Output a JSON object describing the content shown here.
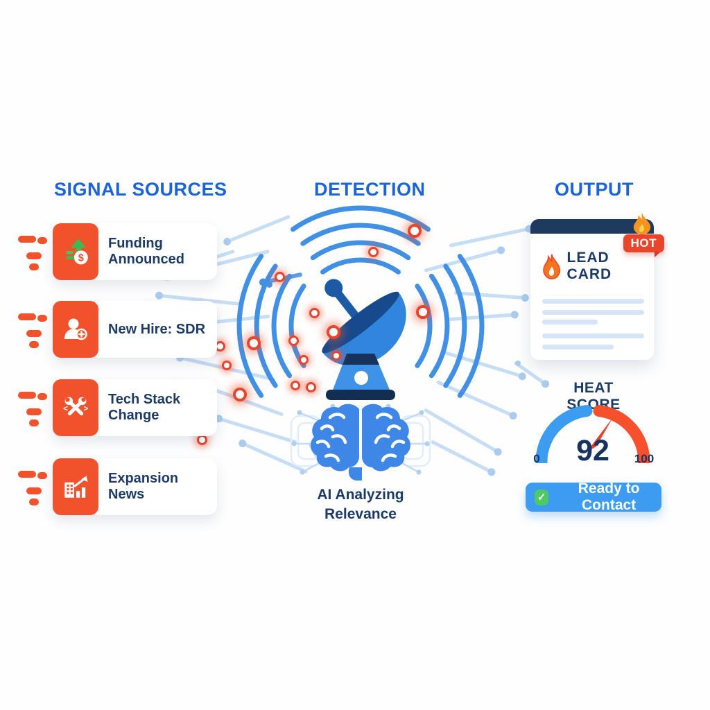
{
  "headers": {
    "sources": "SIGNAL SOURCES",
    "detection": "DETECTION",
    "output": "OUTPUT"
  },
  "sources": [
    {
      "label": "Funding Announced",
      "icon": "funding-growth-icon",
      "symbol": "$"
    },
    {
      "label": "New Hire: SDR",
      "icon": "new-hire-icon"
    },
    {
      "label": "Tech Stack Change",
      "icon": "tech-stack-icon",
      "chevron_left": "<",
      "chevron_right": ">"
    },
    {
      "label": "Expansion News",
      "icon": "expansion-news-icon"
    }
  ],
  "detection": {
    "ai_line1": "AI Analyzing",
    "ai_line2": "Relevance",
    "dish_icon": "satellite-dish-icon",
    "brain_icon": "ai-brain-icon"
  },
  "output": {
    "lead_card": {
      "title": "LEAD CARD",
      "badge": "HOT",
      "flame_icon": "flame-icon"
    },
    "heat_score": {
      "title": "HEAT SCORE",
      "value": "92",
      "min": "0",
      "max": "100"
    },
    "cta": {
      "label": "Ready to Contact",
      "check_symbol": "✓"
    }
  },
  "colors": {
    "accent_orange": "#F1512B",
    "header_blue": "#1A63D8",
    "navy": "#1C3A66",
    "wave_blue": "#4090E5",
    "dish_blue": "#2F86DC",
    "green": "#4FC964",
    "gauge_blue": "#3B9CF0",
    "gauge_red": "#F4512C",
    "light_line": "#C6DDF6",
    "cta_blue": "#3D9BF0",
    "dark_navy": "#1E3A5F"
  }
}
